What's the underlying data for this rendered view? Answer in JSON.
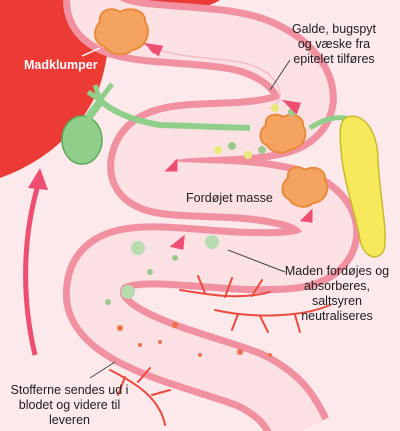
{
  "labels": {
    "madklumper": "Madklumper",
    "galde_line1": "Galde, bugspyt",
    "galde_line2": "og væske fra",
    "galde_line3": "epitelet tilføres",
    "fordojet": "Fordøjet masse",
    "maden_line1": "Maden fordøjes og",
    "maden_line2": "absorberes,",
    "maden_line3": "saltsyren",
    "maden_line4": "neutraliseres",
    "stoffer_line1": "Stofferne sendes ud i",
    "stoffer_line2": "blodet og videre til",
    "stoffer_line3": "leveren"
  },
  "colors": {
    "background": "#fbe9ec",
    "stomach": "#ec3a35",
    "intestine_wall": "#f090a0",
    "intestine_lumen": "#fbe0e4",
    "food_clump": "#f4a460",
    "bile_duct": "#8fcf8a",
    "pancreas": "#f6ea5c",
    "blood_vessel": "#ec4a3c",
    "arrow": "#ee4f70"
  }
}
